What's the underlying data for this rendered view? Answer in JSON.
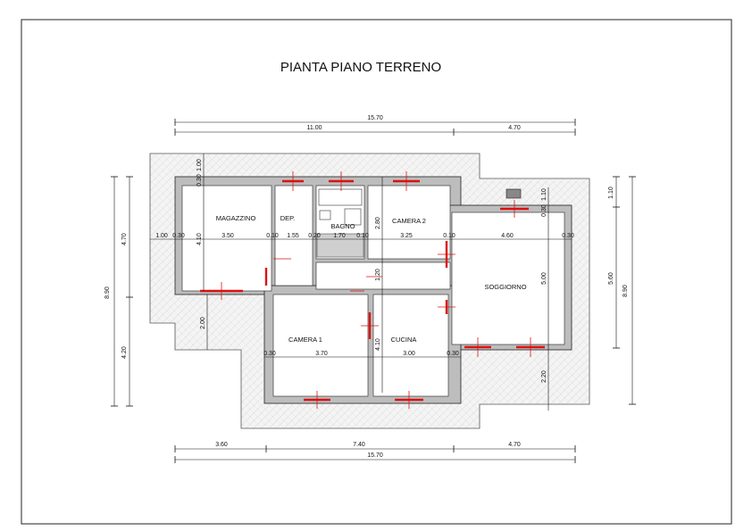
{
  "title": "PIANTA PIANO TERRENO",
  "dimensions": {
    "top_total": "15.70",
    "top_left": "11.00",
    "top_right": "4.70",
    "bottom_a": "3.60",
    "bottom_b": "7.40",
    "bottom_c": "4.70",
    "bottom_total": "15.70",
    "left_total": "8.90",
    "left_upper": "4.70",
    "left_lower": "4.20",
    "right_total": "8.90",
    "right_upper": "5.60",
    "right_top": "1.10",
    "row_1_00": "1.00",
    "row_0_30_a": "0.30",
    "row_3_50": "3.50",
    "row_0_10_a": "0.10",
    "row_1_55": "1.55",
    "row_0_20": "0.20",
    "row_1_70": "1.70",
    "row_0_10_b": "0.10",
    "row_3_25": "3.25",
    "row_0_10_c": "0.10",
    "row_4_60": "4.60",
    "row_0_30_b": "0.30",
    "v_1_00": "1.00",
    "v_0_30": "0.30",
    "v_4_10_a": "4.10",
    "v_2_80": "2.80",
    "v_1_20": "1.20",
    "v_5_00": "5.00",
    "v_1_10": "1.10",
    "v_0_30_b": "0.30",
    "v_2_00": "2.00",
    "v_4_10_b": "4.10",
    "v_2_20": "2.20",
    "low_0_30_a": "0.30",
    "low_3_70": "3.70",
    "low_3_00": "3.00",
    "low_0_30_b": "0.30"
  },
  "rooms": {
    "magazzino": "MAGAZZINO",
    "deposito": "DEP.",
    "bagno": "BAGNO",
    "camera_2": "CAMERA 2",
    "soggiorno": "SOGGIORNO",
    "camera_1": "CAMERA 1",
    "cucina": "CUCINA"
  },
  "colors": {
    "wall": "#bdbdbd",
    "window": "#d11111",
    "line": "#111111"
  }
}
